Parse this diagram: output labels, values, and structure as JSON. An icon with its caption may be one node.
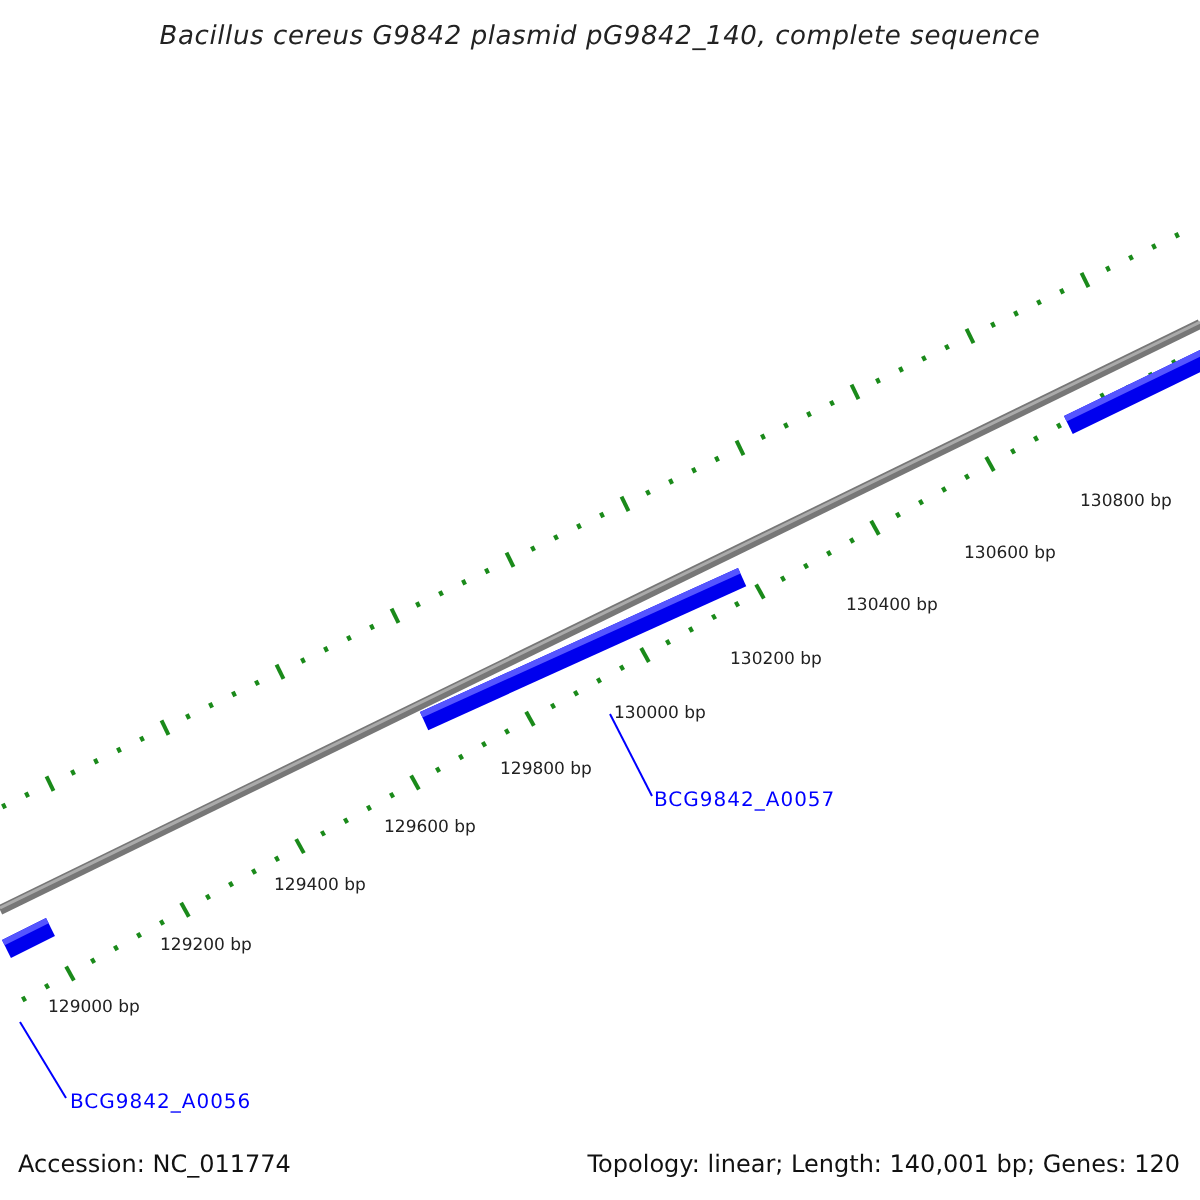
{
  "diagram": {
    "title": "Bacillus cereus G9842 plasmid pG9842_140, complete sequence",
    "nodes": [
      {
        "text": [],
        "shape": "bar"
      },
      {
        "text": [],
        "shape": "bar"
      },
      {
        "text": [
          "BCG9842_A0057"
        ]
      },
      {
        "text": [],
        "shape": "bar"
      },
      {
        "text": [
          "BCG9842_A0056"
        ]
      }
    ],
    "edges": [
      {
        "from": 2,
        "to": 1,
        "arrow": "none"
      },
      {
        "from": 4,
        "to": 3,
        "arrow": "none"
      }
    ],
    "labels": [
      "130800 bp",
      "130600 bp",
      "130400 bp",
      "130200 bp",
      "130000 bp",
      "129800 bp",
      "129600 bp",
      "129400 bp",
      "129200 bp",
      "129000 bp",
      "Accession: NC_011774",
      "Topology: linear; Length: 140,001 bp; Genes: 120"
    ]
  }
}
